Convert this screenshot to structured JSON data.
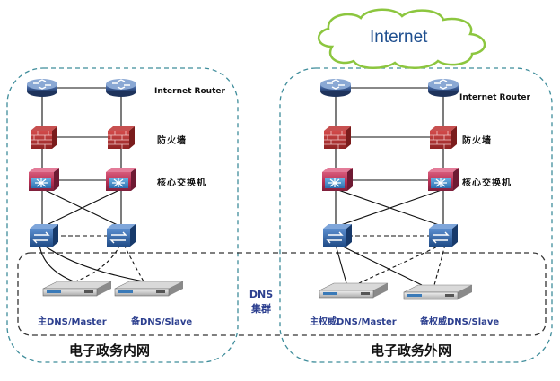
{
  "internet": {
    "label": "Internet"
  },
  "left_network": {
    "title": "电子政务内网",
    "router_label": "Internet Router",
    "firewall_label": "防火墙",
    "core_switch_label": "核心交换机",
    "master_label": "主DNS/Master",
    "slave_label": "备DNS/Slave"
  },
  "right_network": {
    "title": "电子政务外网",
    "router_label": "Internet Router",
    "firewall_label": "防火墙",
    "core_switch_label": "核心交换机",
    "master_label": "主权威DNS/Master",
    "slave_label": "备权威DNS/Slave"
  },
  "dns_cluster": {
    "line1": "DNS",
    "line2": "集群"
  },
  "colors": {
    "boundary": "#3f8d9b",
    "cloud_stroke": "#8cc63f",
    "router": "#2f4f8a",
    "firewall": "#b03030",
    "core_switch": "#c0355a",
    "access_switch": "#2f5f9a"
  }
}
